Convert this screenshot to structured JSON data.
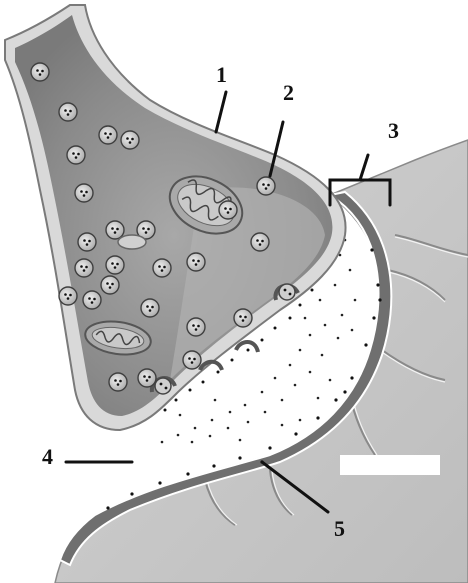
{
  "diagram": {
    "labels": [
      {
        "id": "1",
        "text": "1"
      },
      {
        "id": "2",
        "text": "2"
      },
      {
        "id": "3",
        "text": "3"
      },
      {
        "id": "4",
        "text": "4"
      },
      {
        "id": "5",
        "text": "5"
      }
    ]
  },
  "colors": {
    "membrane_outer": "#9a9a9a",
    "membrane_inner": "#d9d9d9",
    "cytoplasm": "#8f8f8f",
    "cytoplasm_light": "#b5b5b5",
    "vesicle": "#d6d6d6",
    "cleft": "#ffffff",
    "postsynaptic_band": "#6e6e6e",
    "postsynaptic_cell": "#c8c8c8",
    "ink": "#111111"
  }
}
